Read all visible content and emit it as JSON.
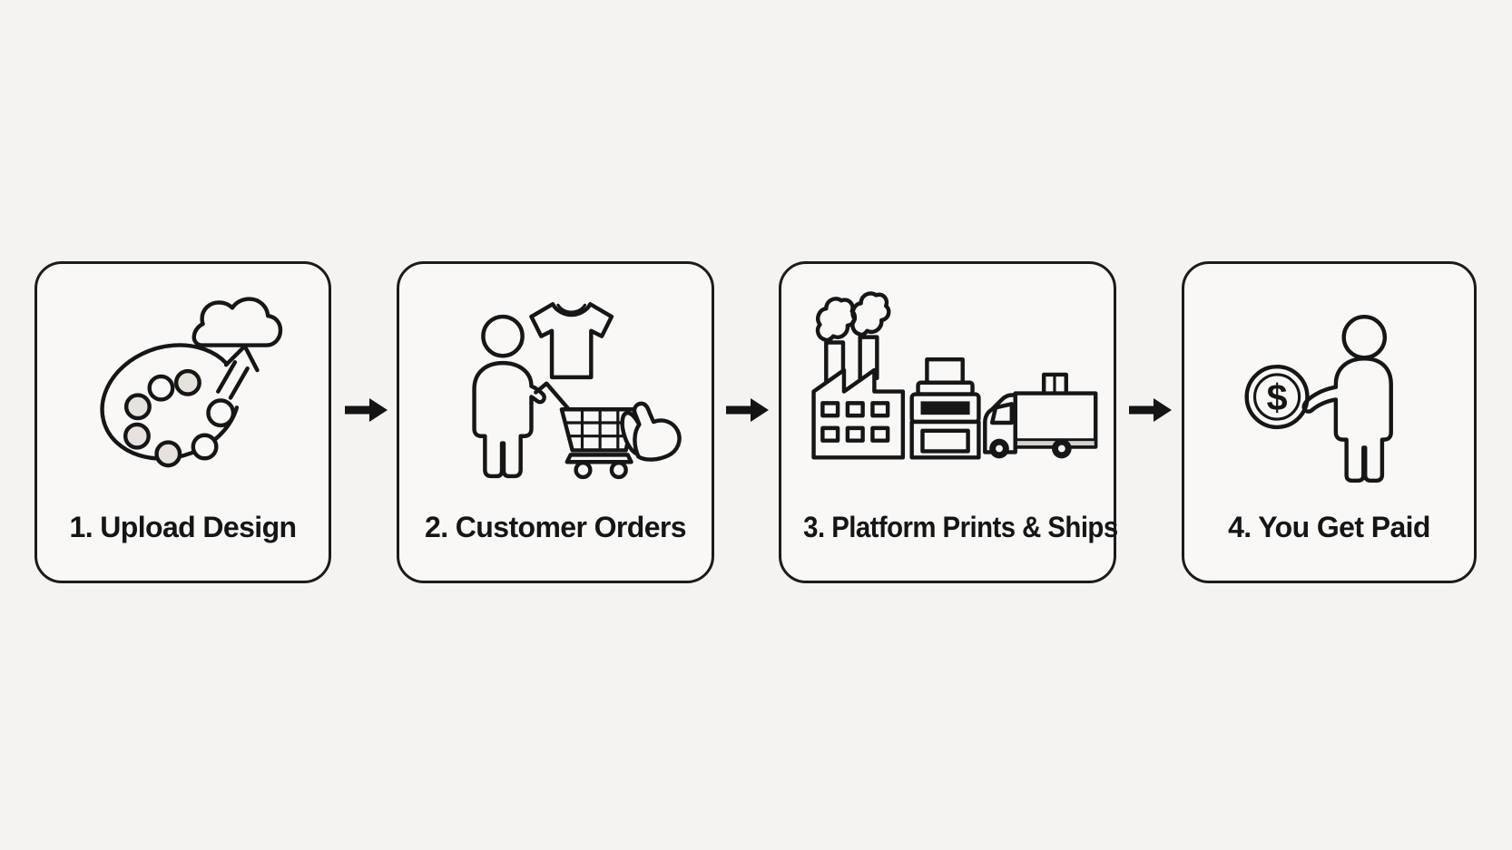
{
  "flow": {
    "steps": [
      {
        "label": "1. Upload Design",
        "icon": "palette-cloud-upload-icon"
      },
      {
        "label": "2. Customer Orders",
        "icon": "person-tshirt-cart-icon"
      },
      {
        "label": "3. Platform Prints & Ships",
        "icon": "factory-printer-truck-icon"
      },
      {
        "label": "4. You Get Paid",
        "icon": "person-receiving-coin-icon"
      }
    ],
    "coin_symbol": "$"
  },
  "colors": {
    "background": "#f5f3f1",
    "panel_fill": "#f9f8f6",
    "panel_border": "#1b1b1b",
    "line": "#161616",
    "arrow": "#141414",
    "paint_blob_gray": "#e6e3df",
    "truck_strip_gray": "#d6d3cf"
  }
}
